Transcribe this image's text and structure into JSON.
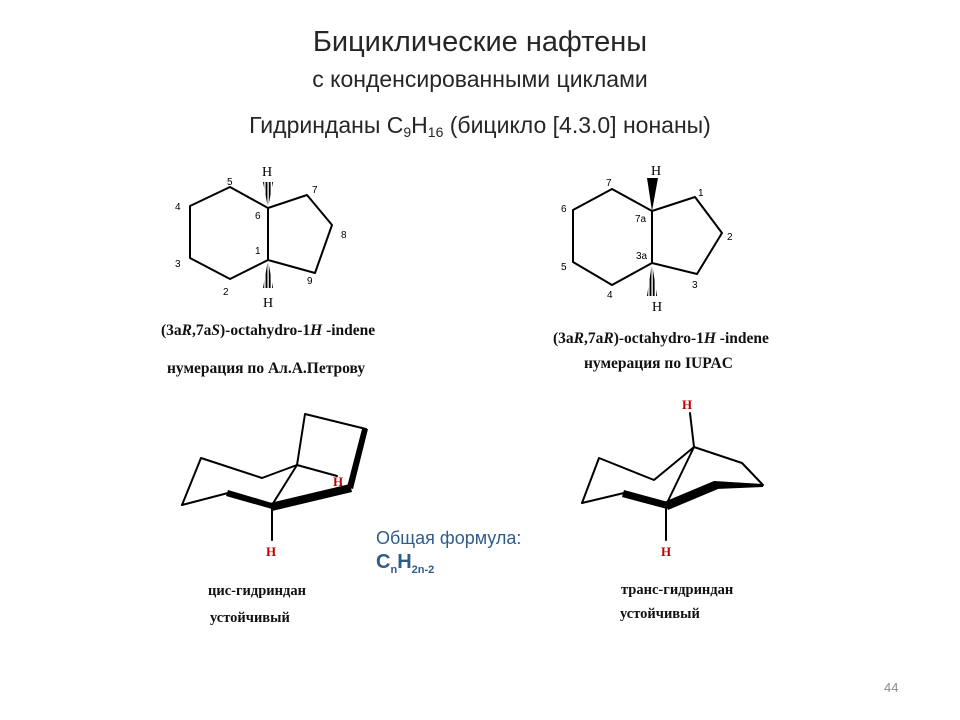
{
  "slide": {
    "title_line1": "Бициклические нафтены",
    "title_line2": "с конденсированными циклами",
    "subtitle": {
      "pre": "Гидринданы С",
      "sub1": "9",
      "mid": "Н",
      "sub2": "16",
      "post": " (бицикло [4.3.0] нонаны)"
    },
    "page_number": "44"
  },
  "left_structure": {
    "h_top": "H",
    "h_bottom": "H",
    "numbers": {
      "n1": "1",
      "n2": "2",
      "n3": "3",
      "n4": "4",
      "n5": "5",
      "n6": "6",
      "n7": "7",
      "n8": "8",
      "n9": "9"
    },
    "name": {
      "p1": "(3a",
      "r1": "R",
      "p2": ",7a",
      "r2": "S",
      "p3": ")-octahydro-1",
      "h": "H",
      "p4": " -indene"
    },
    "numbering": "нумерация по Ал.А.Петрову"
  },
  "right_structure": {
    "h_top": "H",
    "h_bottom": "H",
    "numbers": {
      "n1": "1",
      "n2": "2",
      "n3": "3",
      "n3a": "3a",
      "n4": "4",
      "n5": "5",
      "n6": "6",
      "n7": "7",
      "n7a": "7a"
    },
    "name": {
      "p1": "(3a",
      "r1": "R",
      "p2": ",7a",
      "r2": "R",
      "p3": ")-octahydro-1",
      "h": "H",
      "p4": " -indene"
    },
    "numbering": "нумерация по IUPAC"
  },
  "cis_conformer": {
    "h1": "H",
    "h2": "H",
    "label": "цис-гидриндан",
    "stability": "устойчивый"
  },
  "trans_conformer": {
    "h1": "H",
    "h2": "H",
    "label": "транс-гидриндан",
    "stability": "устойчивый"
  },
  "general_formula": {
    "label": "Общая формула:",
    "c": "C",
    "n": "n",
    "h": "H",
    "sub": "2n-2"
  },
  "colors": {
    "hydrogen_red": "#c00000",
    "formula_blue": "#2f5d8a",
    "page_gray": "#8c8c8c"
  }
}
